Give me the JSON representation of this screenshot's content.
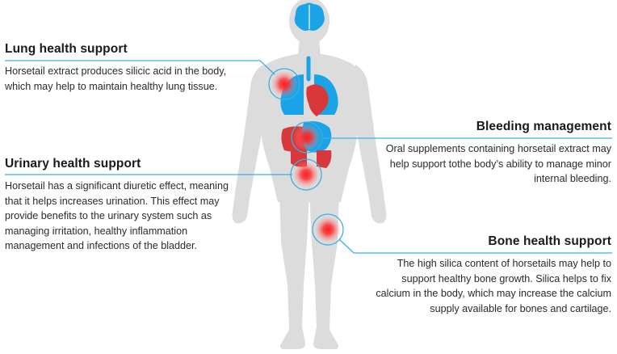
{
  "colors": {
    "body": "#dcdcdc",
    "brain": "#1aa3e6",
    "lungs": "#1aa3e6",
    "heart": "#d9383a",
    "liver": "#d9383a",
    "stomach": "#1aa3e6",
    "callout_line": "#3aaee6",
    "pain_spot": "#ff2020"
  },
  "callouts": {
    "lung": {
      "title": "Lung health support",
      "body": "Horsetail extract produces silicic acid in the body, which may help to maintain healthy lung tissue."
    },
    "urinary": {
      "title": "Urinary health support",
      "body": "Horsetail has a significant diuretic effect, meaning that it helps increases urination. This effect may provide benefits to the urinary system such as managing irritation, healthy inflammation management and infections of the bladder."
    },
    "bleeding": {
      "title": "Bleeding management",
      "body": "Oral supplements containing horsetail extract may help support tothe body’s ability to manage minor internal bleeding."
    },
    "bone": {
      "title": "Bone health support",
      "body": "The high silica content of horsetails may help to support healthy bone growth. Silica helps to fix calcium in the body, which may increase the calcium supply available for bones and cartilage."
    }
  }
}
